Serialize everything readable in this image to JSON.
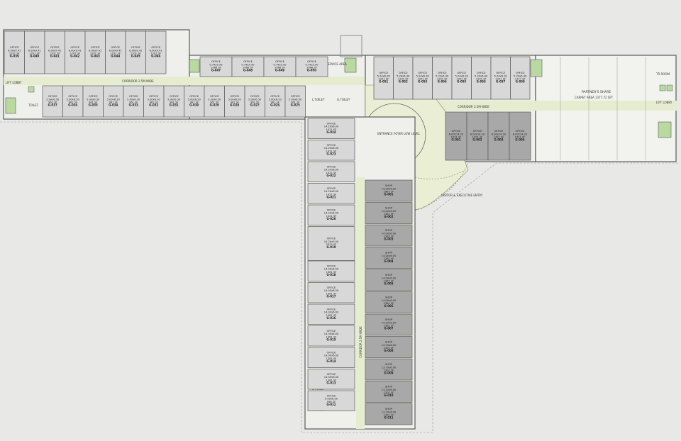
{
  "colors": {
    "background": "#e8e9e7",
    "wall": "#5a5a5a",
    "office_fill": "#d8d8d8",
    "shop_fill": "#a8a8a8",
    "corridor": "#e6ecd0",
    "plaza": "#e9eed5",
    "stair": "#b9d9a0"
  },
  "labels": {
    "corridor_west": "CORRIDOR 2.5M WIDE",
    "corridor_east": "CORRIDOR 2.5M WIDE",
    "corridor_south": "CORRIDOR 2.5M WIDE",
    "entrance": "ENTRANCE FOYER LOW LEVEL",
    "visitor_entry": "VISITOR & EXECUTIVE ENTRY",
    "partners_share": "PARTNER'S SHARE",
    "partners_area": "CARPET AREA 1377.72 SFT",
    "lift_lobby": "LIFT LOBBY",
    "toilet": "TOILET",
    "ladies_toilet": "L.TOILET",
    "gents_toilet": "G.TOILET",
    "service_area": "SERVICE AREA",
    "tr_room": "TR ROOM"
  },
  "office_label": "OFFICE",
  "shop_label": "SHOP",
  "offices_north_top": [
    {
      "id": "G-039",
      "dim": "6.00x9.41",
      "area": "1201 SF"
    },
    {
      "id": "G-040",
      "dim": "6.00x9.41",
      "area": "1201 SF"
    },
    {
      "id": "G-041",
      "dim": "6.00x9.41",
      "area": "1201 SF"
    },
    {
      "id": "G-042",
      "dim": "6.00x9.41",
      "area": "1201 SF"
    },
    {
      "id": "G-043",
      "dim": "6.00x9.41",
      "area": "1201 SF"
    },
    {
      "id": "G-044",
      "dim": "6.00x9.41",
      "area": "1201 SF"
    },
    {
      "id": "G-045",
      "dim": "6.00x9.41",
      "area": "1201 SF"
    },
    {
      "id": "G-046",
      "dim": "6.00x9.41",
      "area": "1201 SF"
    }
  ],
  "offices_north_mid": [
    {
      "id": "G-047",
      "dim": "9.74x5.50",
      "area": "1066 SF"
    },
    {
      "id": "G-048",
      "dim": "9.74x5.50",
      "area": "1066 SF"
    },
    {
      "id": "G-049",
      "dim": "9.74x5.50",
      "area": "1066 SF"
    },
    {
      "id": "G-050",
      "dim": "9.74x5.50",
      "area": "1066 SF"
    }
  ],
  "offices_west_bottom": [
    {
      "id": "G-037",
      "dim": "5.00x6.50",
      "area": "961 SF"
    },
    {
      "id": "G-036",
      "dim": "5.00x6.50",
      "area": "961 SF"
    },
    {
      "id": "G-035",
      "dim": "5.00x6.50",
      "area": "961 SF"
    },
    {
      "id": "G-034",
      "dim": "5.00x6.50",
      "area": "961 SF"
    },
    {
      "id": "G-033",
      "dim": "5.00x6.50",
      "area": "961 SF"
    },
    {
      "id": "G-032",
      "dim": "5.00x6.50",
      "area": "961 SF"
    },
    {
      "id": "G-031",
      "dim": "5.00x6.50",
      "area": "961 SF"
    },
    {
      "id": "G-030",
      "dim": "5.00x6.50",
      "area": "961 SF"
    },
    {
      "id": "G-029",
      "dim": "5.00x6.50",
      "area": "961 SF"
    },
    {
      "id": "G-028",
      "dim": "5.00x6.50",
      "area": "961 SF"
    },
    {
      "id": "G-027",
      "dim": "5.00x6.50",
      "area": "961 SF"
    },
    {
      "id": "G-026",
      "dim": "5.00x6.50",
      "area": "961 SF"
    },
    {
      "id": "G-025",
      "dim": "5.00x6.50",
      "area": "961 SF"
    }
  ],
  "offices_east_top": [
    {
      "id": "G-051",
      "dim": "5.24x6.30",
      "area": "1201 SF"
    },
    {
      "id": "G-052",
      "dim": "5.24x6.30",
      "area": "1201 SF"
    },
    {
      "id": "G-053",
      "dim": "5.24x6.30",
      "area": "1201 SF"
    },
    {
      "id": "G-054",
      "dim": "5.24x6.30",
      "area": "1201 SF"
    },
    {
      "id": "G-055",
      "dim": "5.24x6.30",
      "area": "1201 SF"
    },
    {
      "id": "G-056",
      "dim": "5.24x6.30",
      "area": "1201 SF"
    },
    {
      "id": "G-057",
      "dim": "5.24x6.30",
      "area": "1201 SF"
    },
    {
      "id": "G-058",
      "dim": "5.24x6.30",
      "area": "1177 SF"
    }
  ],
  "offices_east_bottom": [
    {
      "id": "G-001",
      "dim": "6.00x14.20",
      "area": "1421 SF"
    },
    {
      "id": "G-002",
      "dim": "6.00x14.20",
      "area": "1421 SF"
    },
    {
      "id": "G-003",
      "dim": "6.00x14.20",
      "area": "1421 SF"
    },
    {
      "id": "G-004",
      "dim": "6.00x14.20",
      "area": "1421 SF"
    }
  ],
  "offices_south_left": [
    {
      "id": "G-024",
      "dim": "14.20x6.00",
      "area": "1421 SF"
    },
    {
      "id": "G-023",
      "dim": "14.20x6.00",
      "area": "1421 SF"
    },
    {
      "id": "G-022",
      "dim": "14.20x6.00",
      "area": "1421 SF"
    },
    {
      "id": "G-021",
      "dim": "14.20x6.00",
      "area": "1421 SF"
    },
    {
      "id": "G-020",
      "dim": "14.20x6.00",
      "area": "1421 SF"
    },
    {
      "id": "G-019",
      "dim": "14.20x9.00",
      "area": "2022 SF"
    },
    {
      "id": "G-018",
      "dim": "14.00x6.00",
      "area": "1381 SF"
    },
    {
      "id": "G-017",
      "dim": "14.00x6.00",
      "area": "1381 SF"
    },
    {
      "id": "G-016",
      "dim": "14.00x6.00",
      "area": "1381 SF"
    },
    {
      "id": "G-015",
      "dim": "14.00x6.00",
      "area": "1381 SF"
    },
    {
      "id": "G-014",
      "dim": "14.00x6.00",
      "area": "1381 SF"
    },
    {
      "id": "G-013",
      "dim": "14.00x6.00",
      "area": "1381 SF"
    },
    {
      "id": "G-012",
      "dim": "9.00x6.00",
      "area": "948 SF"
    }
  ],
  "shops_south_right": [
    {
      "id": "G-001",
      "dim": "14.00x6.00",
      "area": "1861 SF"
    },
    {
      "id": "G-002",
      "dim": "14.00x6.00",
      "area": "1381 SF"
    },
    {
      "id": "G-003",
      "dim": "14.00x6.00",
      "area": "1381 SF"
    },
    {
      "id": "G-004",
      "dim": "14.00x6.00",
      "area": "1381 SF"
    },
    {
      "id": "G-005",
      "dim": "14.00x6.00",
      "area": "1381 SF"
    },
    {
      "id": "G-006",
      "dim": "14.00x6.00",
      "area": "1381 SF"
    },
    {
      "id": "G-007",
      "dim": "14.00x6.00",
      "area": "1381 SF"
    },
    {
      "id": "G-008",
      "dim": "13.70x6.00",
      "area": "1301 SF"
    },
    {
      "id": "G-009",
      "dim": "13.70x6.00",
      "area": "1301 SF"
    },
    {
      "id": "G-010",
      "dim": "13.70x6.00",
      "area": "1301 SF"
    },
    {
      "id": "G-011",
      "dim": "13.70x6.00",
      "area": "1301 SF"
    }
  ]
}
